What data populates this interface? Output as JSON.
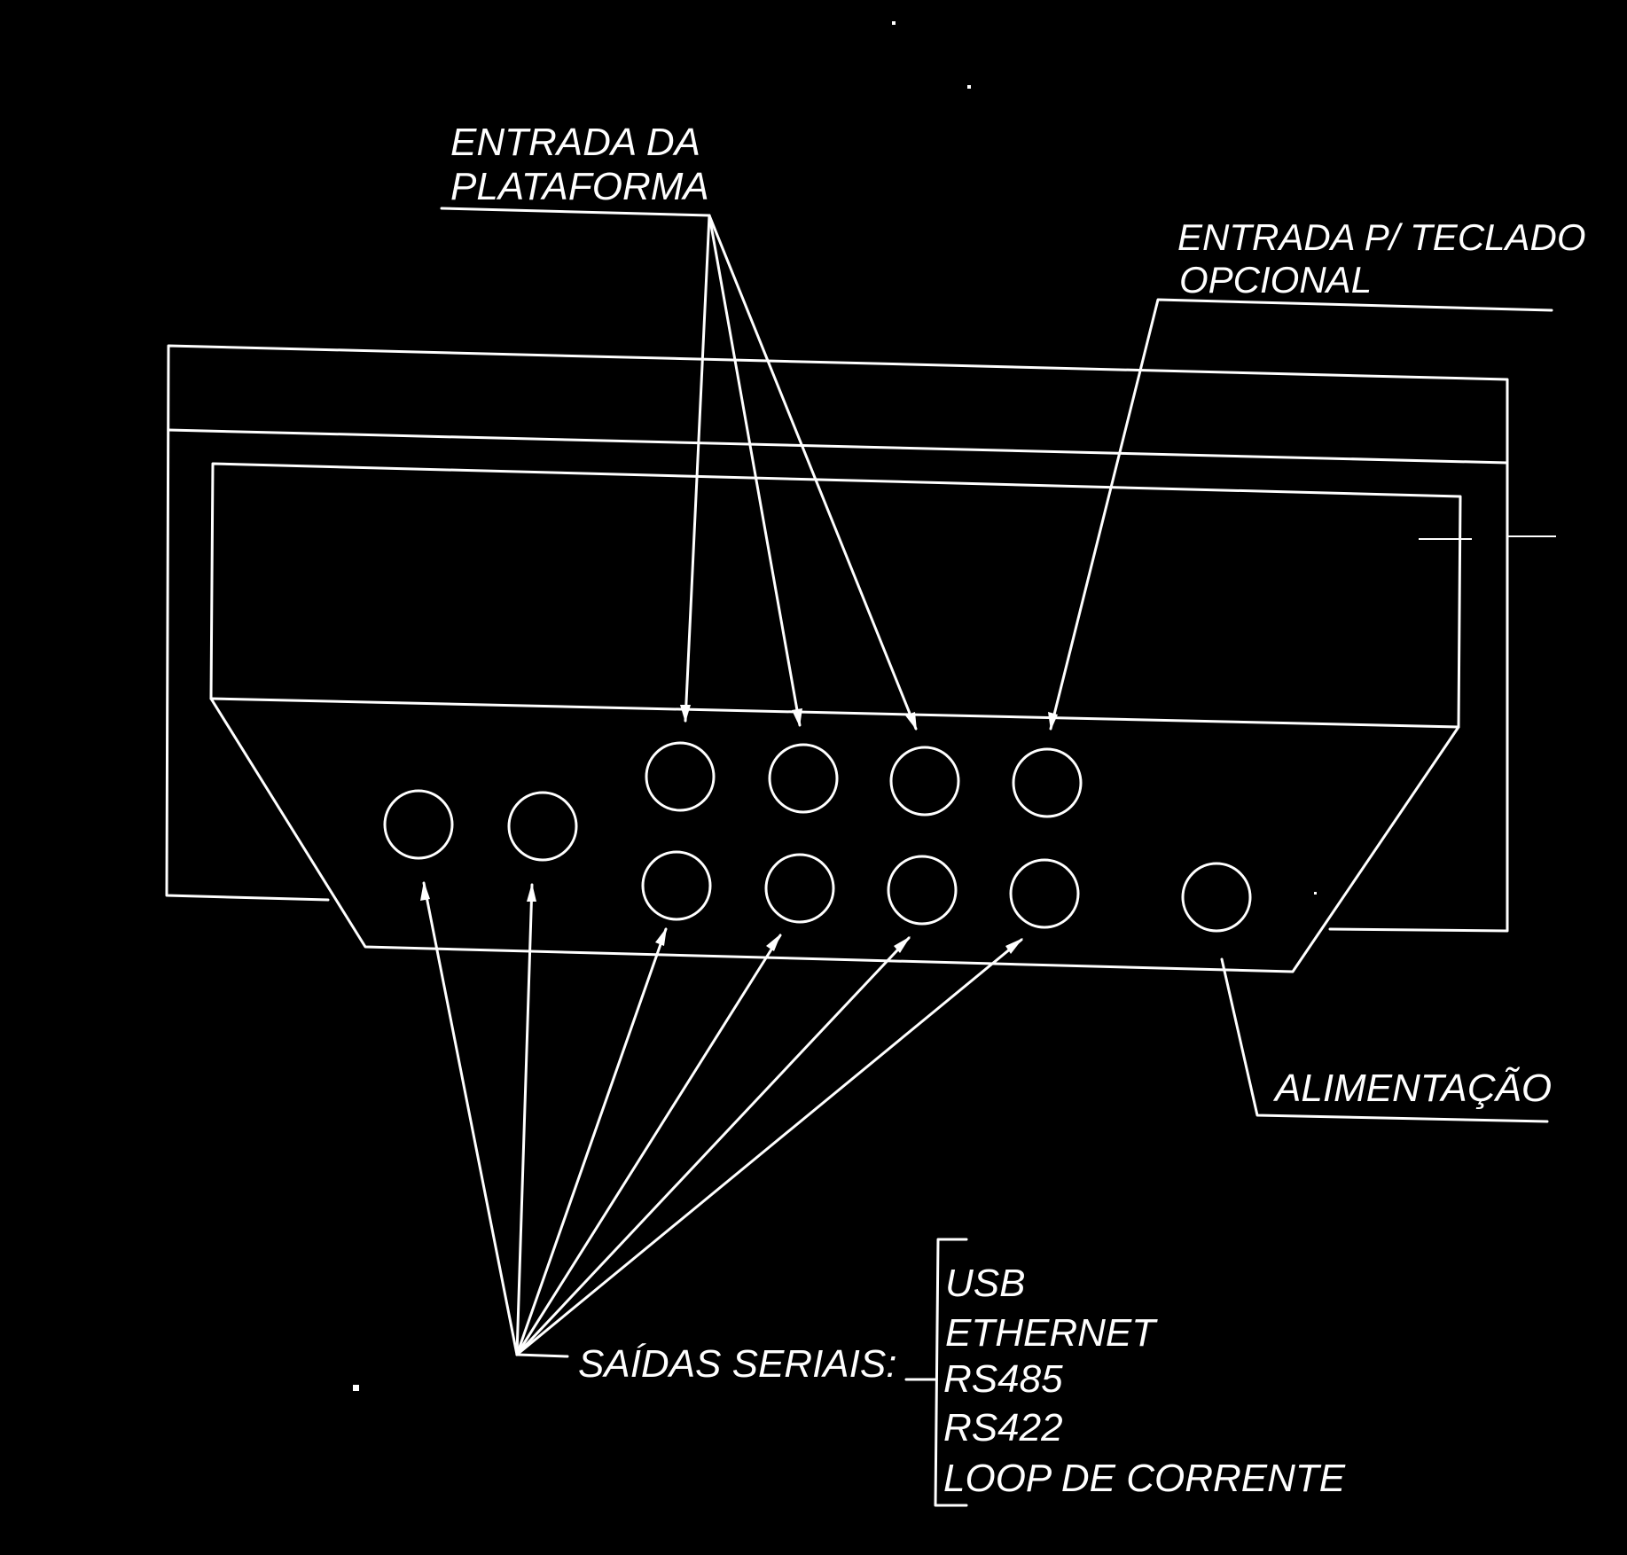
{
  "labels": {
    "platform_input_line1": "ENTRADA DA",
    "platform_input_line2": "PLATAFORMA",
    "keyboard_input_line1": "ENTRADA P/ TECLADO",
    "keyboard_input_line2": "OPCIONAL",
    "power": "ALIMENTAÇÃO",
    "serial_outputs": "SAÍDAS SERIAIS:",
    "serial_types": [
      "USB",
      "ETHERNET",
      "RS485",
      "RS422",
      "LOOP DE CORRENTE"
    ]
  },
  "colors": {
    "background": "#000000",
    "line": "#ffffff"
  }
}
